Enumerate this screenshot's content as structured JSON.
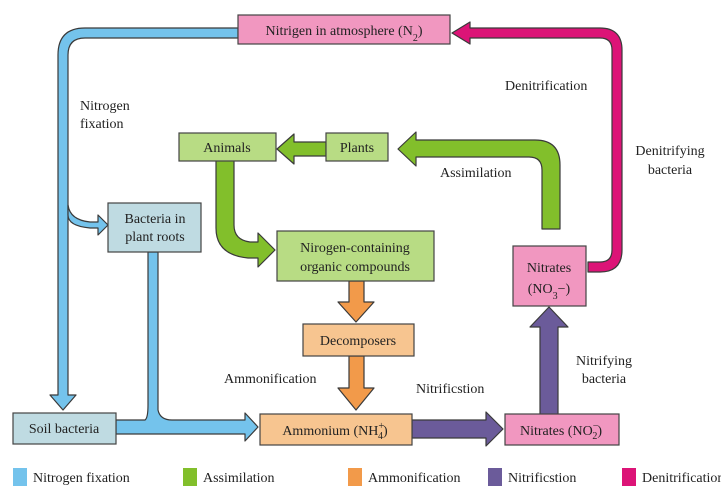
{
  "colors": {
    "fixation": "#74c3ec",
    "assimilation": "#82bf2b",
    "ammonification": "#f29a4a",
    "nitrification": "#6b5b9a",
    "denitrification": "#dc1477",
    "box_pink": "#f197c0",
    "box_green": "#b8dc84",
    "box_blue": "#bfdbe2",
    "box_orange": "#f7c590"
  },
  "nodes": {
    "atmosphere": {
      "label": "Nitrigen in atmosphere (N",
      "sub": "2",
      "tail": ")"
    },
    "animals": {
      "label": "Animals"
    },
    "plants": {
      "label": "Plants"
    },
    "bacteria_roots": {
      "line1": "Bacteria in",
      "line2": "plant roots"
    },
    "organic": {
      "line1": "Nirogen-containing",
      "line2": "organic compounds"
    },
    "nitrates_no3": {
      "line1": "Nitrates",
      "line2_pre": "(NO",
      "line2_sub": "3",
      "line2_post": "−)"
    },
    "decomposers": {
      "label": "Decomposers"
    },
    "soil_bacteria": {
      "label": "Soil bacteria"
    },
    "ammonium": {
      "label": "Ammonium (NH",
      "sup": "+",
      "sub": "4",
      "tail": ")"
    },
    "nitrates_no2": {
      "label": "Nitrates (NO",
      "sup": "−",
      "sub": "2",
      "tail": ")"
    }
  },
  "process_labels": {
    "nitrogen_fixation_line1": "Nitrogen",
    "nitrogen_fixation_line2": "fixation",
    "denitrification": "Denitrification",
    "denitrifying_line1": "Denitrifying",
    "denitrifying_line2": "bacteria",
    "assimilation": "Assimilation",
    "ammonification": "Ammonification",
    "nitrification": "Nitrificstion",
    "nitrifying_line1": "Nitrifying",
    "nitrifying_line2": "bacteria"
  },
  "legend": [
    {
      "label": "Nitrogen fixation",
      "color_key": "fixation"
    },
    {
      "label": "Assimilation",
      "color_key": "assimilation"
    },
    {
      "label": "Ammonification",
      "color_key": "ammonification"
    },
    {
      "label": "Nitrificstion",
      "color_key": "nitrification"
    },
    {
      "label": "Denitrification",
      "color_key": "denitrification"
    }
  ]
}
